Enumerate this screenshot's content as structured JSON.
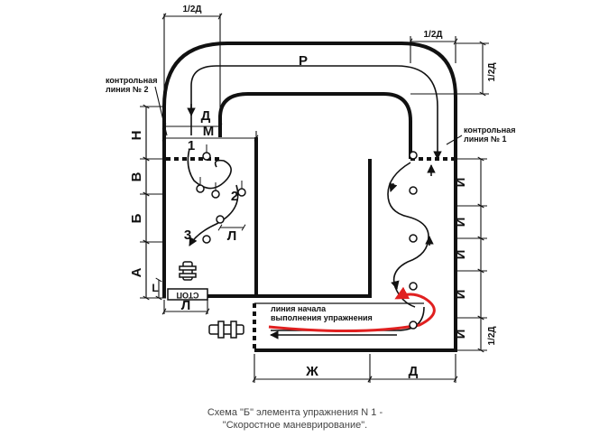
{
  "diagram": {
    "labels": {
      "half_d_top": "1/2Д",
      "half_d_right_top": "1/2Д",
      "half_d_right_side": "1/2Д",
      "half_d_right_bottom": "1/2Д",
      "p": "Р",
      "d_top": "Д",
      "m": "М",
      "n": "Н",
      "v": "В",
      "b": "Б",
      "a": "А",
      "l_small": "L",
      "l_bottom": "Л",
      "l_mid": "Л",
      "zh": "Ж",
      "d_bottom": "Д",
      "i1": "И",
      "i2": "И",
      "i3": "И",
      "i4": "И",
      "i5": "И",
      "n1": "1",
      "n2": "2",
      "n3": "3",
      "stop": "СТОП",
      "control2_line1": "контрольная",
      "control2_line2": "линия № 2",
      "control1_line1": "контрольная",
      "control1_line2": "линия № 1",
      "start_line1": "линия начала",
      "start_line2": "выполнения упражнения"
    }
  },
  "caption": {
    "line1": "Схема \"Б\" элемента упражнения N 1 -",
    "line2": "\"Скоростное маневрирование\"."
  },
  "colors": {
    "ink": "#111111",
    "route": "#e02020"
  }
}
